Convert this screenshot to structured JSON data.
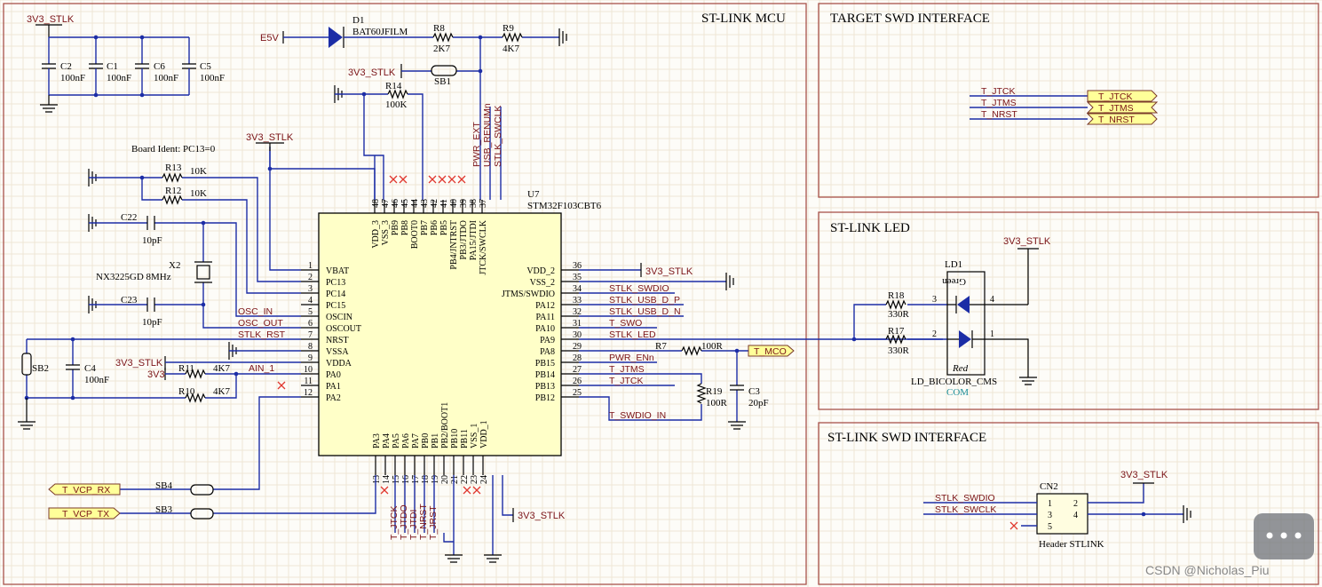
{
  "sections": {
    "mcu": "ST-LINK MCU",
    "target_swd": "TARGET SWD INTERFACE",
    "led": "ST-LINK LED",
    "stlink_swd": "ST-LINK SWD INTERFACE"
  },
  "power": {
    "v33": "3V3_STLK",
    "e5v": "E5V",
    "v3": "3V3"
  },
  "notes": {
    "board_ident": "Board Ident: PC13=0"
  },
  "mcu": {
    "designator": "U7",
    "part": "STM32F103CBT6",
    "left_pins": [
      {
        "num": "1",
        "name": "VBAT"
      },
      {
        "num": "2",
        "name": "PC13"
      },
      {
        "num": "3",
        "name": "PC14"
      },
      {
        "num": "4",
        "name": "PC15"
      },
      {
        "num": "5",
        "name": "OSCIN"
      },
      {
        "num": "6",
        "name": "OSCOUT"
      },
      {
        "num": "7",
        "name": "NRST"
      },
      {
        "num": "8",
        "name": "VSSA"
      },
      {
        "num": "9",
        "name": "VDDA"
      },
      {
        "num": "10",
        "name": "PA0"
      },
      {
        "num": "11",
        "name": "PA1"
      },
      {
        "num": "12",
        "name": "PA2"
      }
    ],
    "right_pins": [
      {
        "num": "36",
        "name": "VDD_2"
      },
      {
        "num": "35",
        "name": "VSS_2"
      },
      {
        "num": "34",
        "name": "JTMS/SWDIO"
      },
      {
        "num": "33",
        "name": "PA12"
      },
      {
        "num": "32",
        "name": "PA11"
      },
      {
        "num": "31",
        "name": "PA10"
      },
      {
        "num": "30",
        "name": "PA9"
      },
      {
        "num": "29",
        "name": "PA8"
      },
      {
        "num": "28",
        "name": "PB15"
      },
      {
        "num": "27",
        "name": "PB14"
      },
      {
        "num": "26",
        "name": "PB13"
      },
      {
        "num": "25",
        "name": "PB12"
      }
    ],
    "top_pins": [
      {
        "num": "48",
        "name": "VDD_3"
      },
      {
        "num": "47",
        "name": "VSS_3"
      },
      {
        "num": "46",
        "name": "PB9"
      },
      {
        "num": "45",
        "name": "PB8"
      },
      {
        "num": "44",
        "name": "BOOT0"
      },
      {
        "num": "43",
        "name": "PB7"
      },
      {
        "num": "42",
        "name": "PB6"
      },
      {
        "num": "41",
        "name": "PB5"
      },
      {
        "num": "40",
        "name": "PB4/JNTRST"
      },
      {
        "num": "39",
        "name": "PB3/JTDO"
      },
      {
        "num": "38",
        "name": "PA15/JTDI"
      },
      {
        "num": "37",
        "name": "JTCK/SWCLK"
      }
    ],
    "bottom_pins": [
      {
        "num": "13",
        "name": "PA3"
      },
      {
        "num": "14",
        "name": "PA4"
      },
      {
        "num": "15",
        "name": "PA5"
      },
      {
        "num": "16",
        "name": "PA6"
      },
      {
        "num": "17",
        "name": "PA7"
      },
      {
        "num": "18",
        "name": "PB0"
      },
      {
        "num": "19",
        "name": "PB1"
      },
      {
        "num": "20",
        "name": "PB2/BOOT1"
      },
      {
        "num": "21",
        "name": "PB10"
      },
      {
        "num": "22",
        "name": "PB11"
      },
      {
        "num": "23",
        "name": "VSS_1"
      },
      {
        "num": "24",
        "name": "VDD_1"
      }
    ]
  },
  "right_nets": [
    "STLK_SWDIO",
    "STLK_USB_D_P",
    "STLK_USB_D_N",
    "T_SWO",
    "STLK_LED",
    "PWR_ENn",
    "T_JTMS",
    "T_JTCK",
    "T_SWDIO_IN"
  ],
  "top_nets": [
    "PWR_EXT",
    "USB_RENUMn",
    "STLK_SWCLK"
  ],
  "bottom_nets": [
    "T_JTCK",
    "T_JTDO",
    "T_JTDI",
    "T_NRST",
    "T_JRST"
  ],
  "left_nets": {
    "osc_in": "OSC_IN",
    "osc_out": "OSC_OUT",
    "stlk_rst": "STLK_RST",
    "ain1": "AIN_1"
  },
  "components": {
    "d1": {
      "ref": "D1",
      "value": "BAT60JFILM"
    },
    "r8": {
      "ref": "R8",
      "value": "2K7"
    },
    "r9": {
      "ref": "R9",
      "value": "4K7"
    },
    "sb1": {
      "ref": "SB1"
    },
    "r14": {
      "ref": "R14",
      "value": "100K"
    },
    "c2": {
      "ref": "C2",
      "value": "100nF"
    },
    "c1": {
      "ref": "C1",
      "value": "100nF"
    },
    "c6": {
      "ref": "C6",
      "value": "100nF"
    },
    "c5": {
      "ref": "C5",
      "value": "100nF"
    },
    "r13": {
      "ref": "R13",
      "value": "10K"
    },
    "r12": {
      "ref": "R12",
      "value": "10K"
    },
    "c22": {
      "ref": "C22",
      "value": "10pF"
    },
    "c23": {
      "ref": "C23",
      "value": "10pF"
    },
    "x2": {
      "ref": "X2",
      "value": "NX3225GD 8MHz"
    },
    "sb2": {
      "ref": "SB2"
    },
    "c4": {
      "ref": "C4",
      "value": "100nF"
    },
    "r11": {
      "ref": "R11",
      "value": "4K7"
    },
    "r10": {
      "ref": "R10",
      "value": "4K7"
    },
    "sb4": {
      "ref": "SB4"
    },
    "sb3": {
      "ref": "SB3"
    },
    "r7": {
      "ref": "R7",
      "value": "100R"
    },
    "r19": {
      "ref": "R19",
      "value": "100R"
    },
    "c3": {
      "ref": "C3",
      "value": "20pF"
    },
    "r18": {
      "ref": "R18",
      "value": "330R"
    },
    "r17": {
      "ref": "R17",
      "value": "330R"
    },
    "ld1": {
      "ref": "LD1",
      "value": "LD_BICOLOR_CMS",
      "common": "COM",
      "green": "Green",
      "red": "Red",
      "pin3": "3",
      "pin4": "4",
      "pin2": "2",
      "pin1": "1"
    },
    "cn2": {
      "ref": "CN2",
      "value": "Header STLINK",
      "pins": [
        "1",
        "2",
        "3",
        "4",
        "5"
      ]
    }
  },
  "ports": {
    "t_mco": "T_MCO",
    "t_vcp_rx": "T_VCP_RX",
    "t_vcp_tx": "T_VCP_TX",
    "target": [
      "T_JTCK",
      "T_JTMS",
      "T_NRST"
    ]
  },
  "target_nets": [
    "T_JTCK",
    "T_JTMS",
    "T_NRST"
  ],
  "swd_nets": [
    "STLK_SWDIO",
    "STLK_SWCLK"
  ],
  "watermark": "CSDN @Nicholas_Piu"
}
